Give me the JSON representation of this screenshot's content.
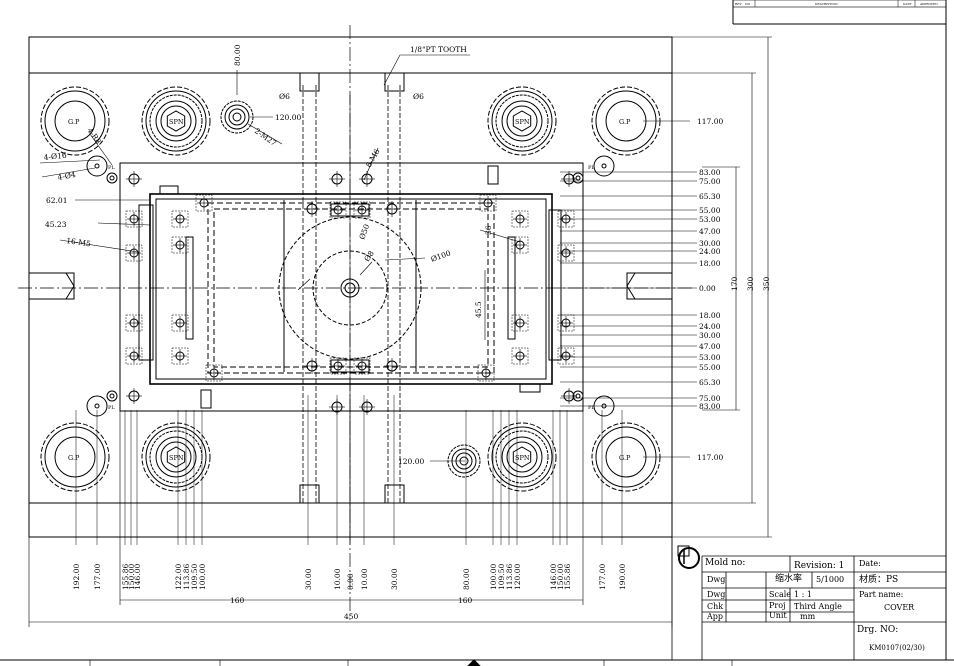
{
  "title_block": {
    "mold_no_label": "Mold no:",
    "revision_label": "Revision: 1",
    "date_label": "Date:",
    "dwg1": "Dwg",
    "shrink_label": "缩水率",
    "shrink_value": "5/1000",
    "material_label": "材质：PS",
    "dwg2": "Dwg",
    "scale_label": "Scale",
    "scale_value": "1 : 1",
    "part_name_label": "Part name:",
    "part_name_value": "COVER",
    "chk": "Chk",
    "proj_label": "Proj",
    "proj_value": "Third Angle",
    "app": "App",
    "unit_label": "Unit",
    "unit_value": "mm",
    "drg_no_label": "Drg.  NO:",
    "drg_no_value": "KM0107(02/30)"
  },
  "callouts": {
    "pt_tooth": "1/8\"PT TOOTH",
    "d80_top": "80.00",
    "phi6_left": "Ø6",
    "phi6_right": "Ø6",
    "d120_top": "120.00",
    "thread_2": "2-M27",
    "hole_4r": "4-R8",
    "hole_4_phi16": "4-Ø16",
    "hole_4_phi4": "4-Ø4",
    "thread_8": "8-M6",
    "thread_16": "16-M5",
    "gp": "G.P",
    "spn": "SPN",
    "pl": "PL",
    "d62": "62.01",
    "d45": "45.23",
    "d117_top": "117.00",
    "d117_bot": "117.00",
    "d120_bot": "120.00",
    "phi100": "Ø100",
    "phi50": "Ø50",
    "phi_small": "Ø8",
    "d45_vert": "45.5",
    "d36": "36"
  },
  "right_dims": [
    "83.00",
    "75.00",
    "65.30",
    "55.00",
    "53.00",
    "47.00",
    "30.00",
    "24.00",
    "18.00",
    "0.00",
    "18.00",
    "24.00",
    "30.00",
    "47.00",
    "53.00",
    "55.00",
    "65.30",
    "75.00",
    "83.00"
  ],
  "overall_dims": {
    "h170": "170",
    "h300": "300",
    "h350": "350",
    "w450": "450",
    "w160_left": "160",
    "w160_right": "160"
  },
  "bottom_dims": [
    "192.00",
    "177.00",
    "155.86",
    "150.00",
    "146.00",
    "122.00",
    "113.86",
    "109.50",
    "100.00",
    "30.00",
    "10.00",
    "0.00",
    "10.00",
    "30.00",
    "80.00",
    "100.00",
    "109.50",
    "113.86",
    "120.00",
    "146.00",
    "150.00",
    "155.86",
    "177.00",
    "190.00"
  ],
  "header_cells": [
    "REV",
    "NO",
    "DESCRIPTION",
    "DATE",
    "APPROVED"
  ]
}
